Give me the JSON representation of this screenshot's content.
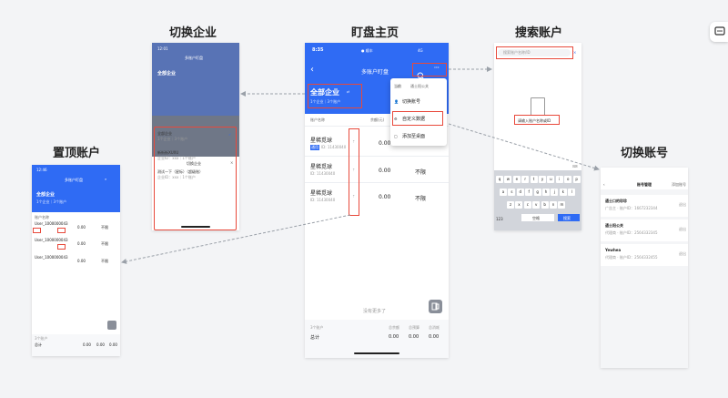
{
  "titles": {
    "switch_company": "切换企业",
    "home": "盯盘主页",
    "search": "搜索账户",
    "pin": "置顶账户",
    "switch_account": "切换账号"
  },
  "home": {
    "time": "8:35",
    "status_center": "● 顺丰",
    "signal": "4G",
    "back": "‹",
    "title": "多账户盯盘",
    "all_company": "全部企业",
    "summary": "1个企业｜3个账户",
    "col_account": "账户名称",
    "col_balance": "余额(元)",
    "rows": [
      {
        "name": "星稀觅球",
        "tag": "通用",
        "id": "ID: 11430040",
        "balance": "0.00"
      },
      {
        "name": "星稀觅球",
        "id": "ID: 11430040",
        "balance": "0.00",
        "extra": "不限"
      },
      {
        "name": "星稀觅球",
        "id": "ID: 11430040",
        "balance": "0.00",
        "extra": "不限"
      }
    ],
    "no_more": "没有更多了",
    "footer_label": "3个账户",
    "footer_cols": [
      "总余额",
      "总预算",
      "总消耗"
    ],
    "footer_total": "总计",
    "footer_values": [
      "0.00",
      "0.00",
      "0.00"
    ],
    "popup": {
      "tabs": [
        "当前",
        "通士阳公关"
      ],
      "items": [
        "切换账号",
        "自定义数据",
        "添加至桌面"
      ]
    }
  },
  "switch_company_screen": {
    "time": "12:01",
    "title": "多账户盯盘",
    "all_company": "全部企业",
    "sheet_title": "切换企业",
    "items": [
      {
        "name": "全部企业",
        "sub": "1个企业｜3个账户"
      },
      {
        "name": "新街街XUXU",
        "sub": "企业ID：xxx｜1个账户"
      },
      {
        "name": "测试一下（星标）（超级账）",
        "sub": "企业ID：xxx｜1个账户"
      }
    ]
  },
  "search_screen": {
    "placeholder": "搜索账户名称/ID",
    "empty_text": "请输入账户名称或ID",
    "keys_row1": [
      "q",
      "w",
      "e",
      "r",
      "t",
      "y",
      "u",
      "i",
      "o",
      "p"
    ],
    "keys_row2": [
      "a",
      "s",
      "d",
      "f",
      "g",
      "h",
      "j",
      "k",
      "l"
    ],
    "keys_row3": [
      "z",
      "x",
      "c",
      "v",
      "b",
      "n",
      "m"
    ],
    "key_123": "123",
    "key_space": "空格",
    "key_search": "搜索"
  },
  "pin_screen": {
    "time": "12:46",
    "title": "多账户盯盘",
    "all_company": "全部企业",
    "summary": "1个企业｜3个账户",
    "col_account": "账户名称",
    "rows": [
      {
        "name": "User_1000000043",
        "balance": "0.00",
        "extra": "不限"
      },
      {
        "name": "User_1000000043",
        "balance": "0.00",
        "extra": "不限"
      },
      {
        "name": "User_1000000043",
        "balance": "0.00",
        "extra": "不限"
      }
    ],
    "footer_label": "3个账户",
    "footer_total": "总计",
    "footer_values": [
      "0.00",
      "0.00",
      "0.00"
    ]
  },
  "switch_account_screen": {
    "title": "账号管理",
    "right_action": "添加账号",
    "accounts": [
      {
        "name": "通士口的珍珍",
        "sub": "广告主 · 账户ID：1667232344",
        "action": "退出"
      },
      {
        "name": "通士阳公关",
        "sub": "代理商 · 账户ID：2564332345",
        "action": "退出"
      },
      {
        "name": "Yewhea",
        "sub": "代理商 · 账户ID：2564332455",
        "action": "退出"
      }
    ]
  },
  "colors": {
    "accent_blue": "#2f6bf4",
    "highlight_red": "#e8493b",
    "background": "#f3f4f6"
  }
}
